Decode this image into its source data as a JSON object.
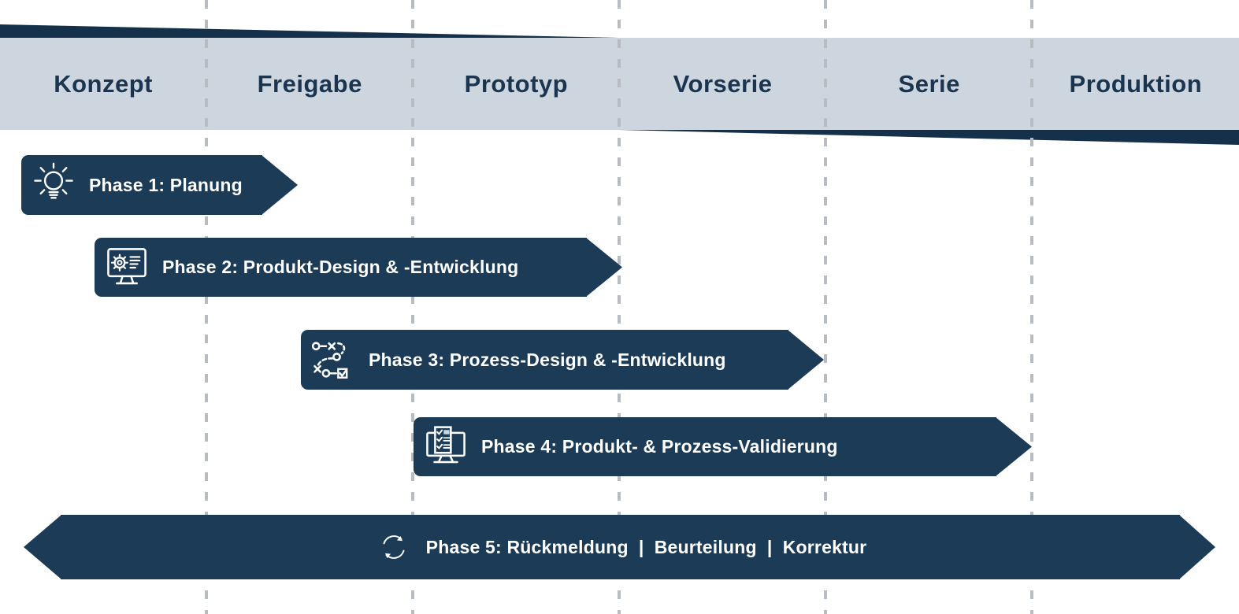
{
  "diagram_title": "Produktentstehungsprozess Phasen-Diagramm",
  "colors": {
    "bar_navy": "#1c3b57",
    "ribbon_navy": "#14304a",
    "band_light_blue": "#cdd6de",
    "band_text_navy": "#1b3550",
    "gridline_gray": "#b6bcc1",
    "bar_text_white": "#ffffff"
  },
  "header": {
    "columns": [
      "Konzept",
      "Freigabe",
      "Prototyp",
      "Vorserie",
      "Serie",
      "Produktion"
    ]
  },
  "phases": [
    {
      "label": "Phase 1: Planung",
      "icon": "lightbulb-icon"
    },
    {
      "label": "Phase 2: Produkt-Design & -Entwicklung",
      "icon": "monitor-gear-icon"
    },
    {
      "label": "Phase 3: Prozess-Design & -Entwicklung",
      "icon": "strategy-path-icon"
    },
    {
      "label": "Phase 4: Produkt- & Prozess-Validierung",
      "icon": "monitor-checklist-icon"
    },
    {
      "label": "Phase 5: Rückmeldung  |  Beurteilung  |  Korrektur",
      "icon": "cycle-arrows-icon"
    }
  ]
}
